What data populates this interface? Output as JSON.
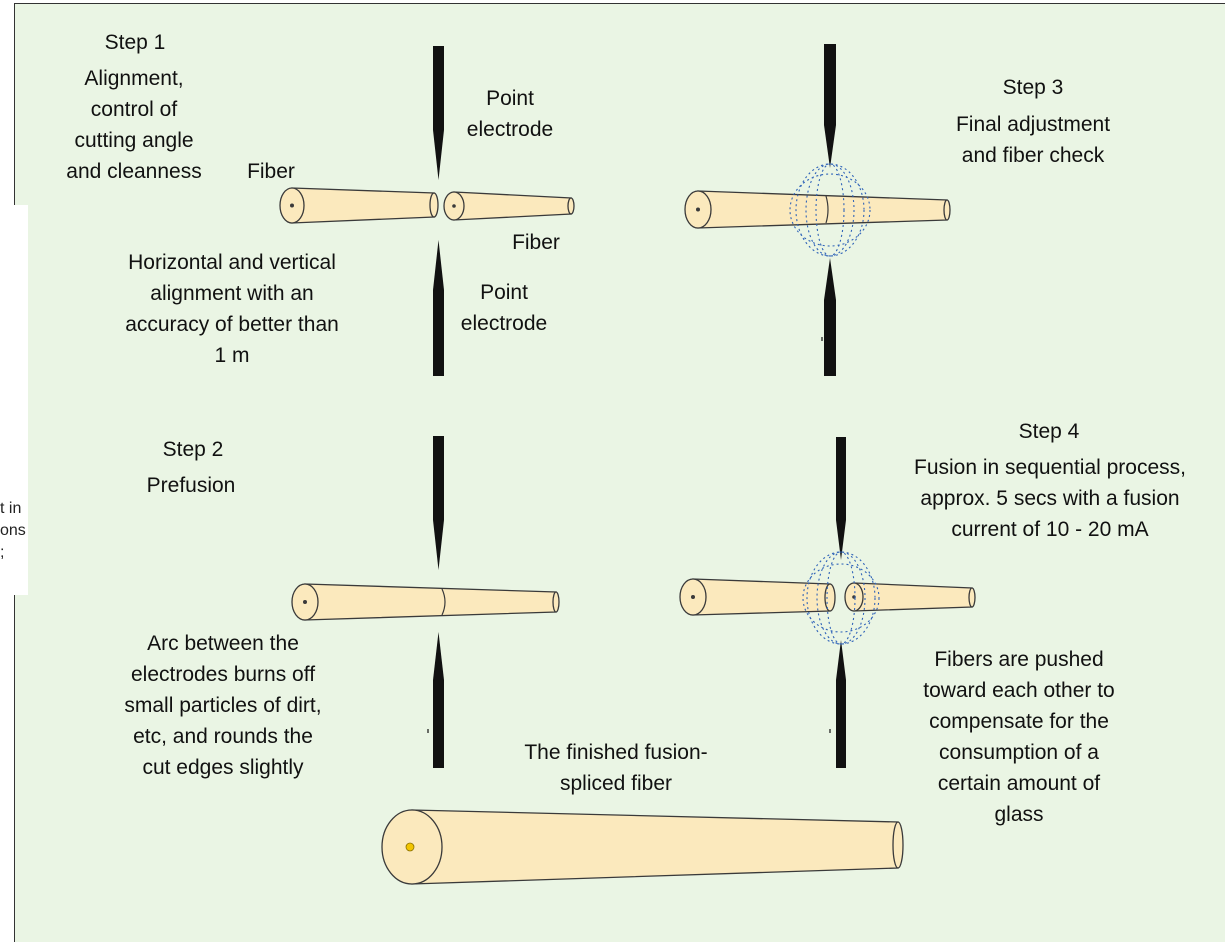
{
  "colors": {
    "background": "#eaf5e4",
    "fiber_fill": "#fbe9bd",
    "fiber_stroke": "#3a3a3a",
    "electrode": "#111111",
    "arc": "#2f63b8",
    "core_highlight": "#f2c500"
  },
  "step1": {
    "title": "Step 1",
    "description": "Alignment,\ncontrol of\ncutting angle\nand cleanness",
    "fiber_label_left": "Fiber",
    "fiber_label_right": "Fiber",
    "electrode_label_top": "Point\nelectrode",
    "electrode_label_bottom": "Point\nelectrode",
    "alignment_note": "Horizontal and vertical\nalignment with an\naccuracy of better than\n1    m"
  },
  "step2": {
    "title": "Step 2",
    "description": "Prefusion",
    "arc_note": "Arc between the\nelectrodes burns off\nsmall particles of dirt,\netc, and rounds the\ncut edges slightly"
  },
  "step3": {
    "title": "Step 3",
    "description": "Final adjustment\nand fiber check"
  },
  "step4": {
    "title": "Step 4",
    "description": "Fusion in sequential process,\napprox. 5 secs with a fusion\ncurrent of 10 - 20 mA",
    "push_note": "Fibers are pushed\ntoward each other to\ncompensate for the\nconsumption of a\ncertain amount of\nglass"
  },
  "finished": {
    "label": "The finished fusion-\nspliced fiber"
  },
  "cut_off_text": "t in\nons\n;"
}
